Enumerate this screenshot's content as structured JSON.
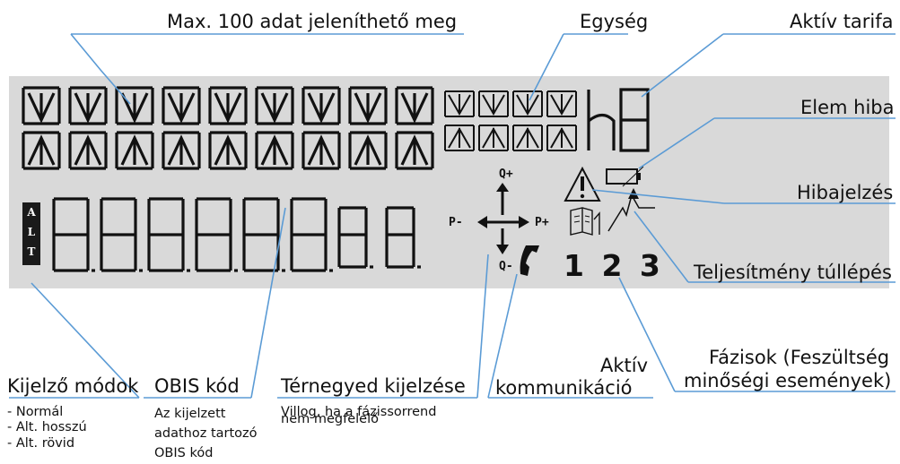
{
  "labels": {
    "max_data": "Max. 100 adat jeleníthető meg",
    "unit": "Egység",
    "active_tariff": "Aktív tarifa",
    "battery_error": "Elem hiba",
    "error_signal": "Hibajelzés",
    "power_exceed": "Teljesítmény túllépés",
    "phases_line1": "Fázisok (Feszültség",
    "phases_line2": "minőségi események)",
    "active_comm_line1": "Aktív",
    "active_comm_line2": "kommunikáció",
    "quadrant": "Térnegyed kijelzése",
    "quadrant_note_line1": "Villog, ha a fázissorrend",
    "quadrant_note_line2": "nem megfelelő",
    "obis": "OBIS kód",
    "obis_note": [
      "Az kijelzett",
      "adathoz tartozó",
      "OBIS kód"
    ],
    "display_modes": "Kijelző módok",
    "modes": [
      "- Normál",
      "- Alt. hosszú",
      "- Alt. rövid"
    ]
  },
  "lcd": {
    "alt_letters": [
      "A",
      "L",
      "T"
    ],
    "phases": "1 2 3",
    "q_plus": "Q+",
    "q_minus": "Q-",
    "p_plus": "P+",
    "p_minus": "P-",
    "unit_char": "h"
  },
  "icons": {
    "warning": "warning-triangle-icon",
    "battery": "battery-icon",
    "phone": "phone-icon",
    "book": "book-icon",
    "arrows": "quadrant-arrows-icon"
  },
  "colors": {
    "panel": "#d9d9d9",
    "leader": "#5b9bd5"
  }
}
